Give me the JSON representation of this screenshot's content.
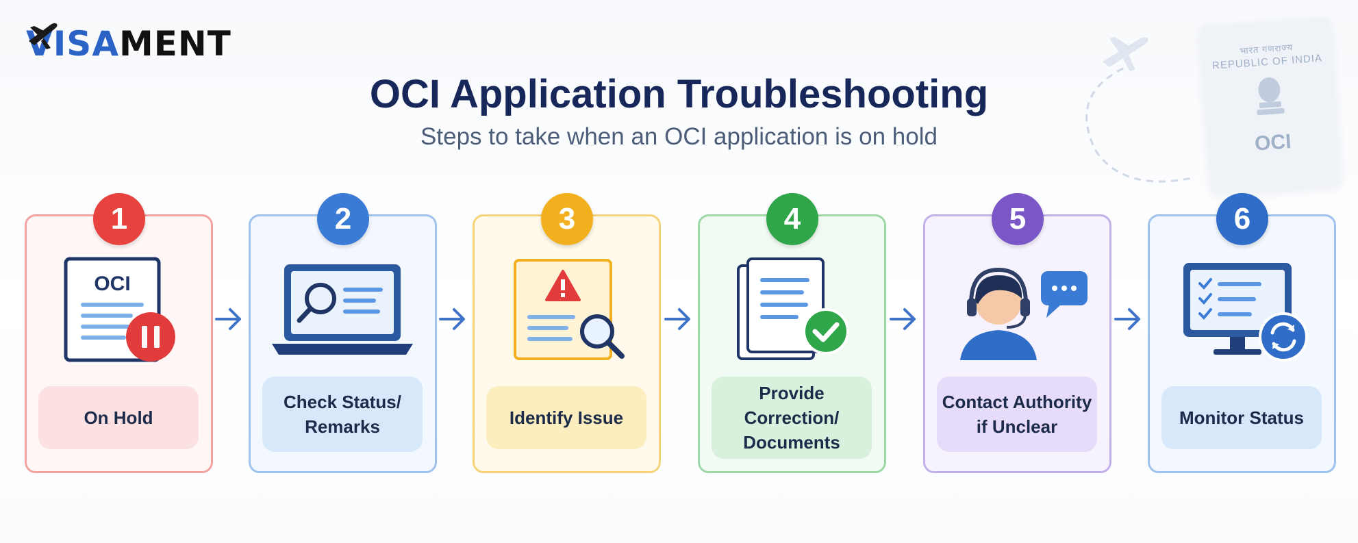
{
  "brand": {
    "prefix": "V",
    "highlight": "ISA",
    "rest": "MENT"
  },
  "header": {
    "title": "OCI Application Troubleshooting",
    "subtitle": "Steps to take when an OCI application is on hold"
  },
  "passport": {
    "line_hi": "भारत गणराज्य",
    "line_en": "REPUBLIC OF INDIA",
    "label": "OCI"
  },
  "steps": [
    {
      "number": "1",
      "label": "On Hold",
      "icon": "oci-document-paused-icon",
      "doc_label": "OCI",
      "color": "#e8423f"
    },
    {
      "number": "2",
      "label": "Check Status/\nRemarks",
      "icon": "laptop-search-icon",
      "color": "#3a7bd5"
    },
    {
      "number": "3",
      "label": "Identify Issue",
      "icon": "warning-document-search-icon",
      "color": "#f2b01e"
    },
    {
      "number": "4",
      "label": "Provide\nCorrection/\nDocuments",
      "icon": "documents-check-icon",
      "color": "#2fa64a"
    },
    {
      "number": "5",
      "label": "Contact Authority\nif Unclear",
      "icon": "support-agent-icon",
      "color": "#7a56c6"
    },
    {
      "number": "6",
      "label": "Monitor Status",
      "icon": "monitor-checklist-refresh-icon",
      "color": "#2f6dc8"
    }
  ]
}
